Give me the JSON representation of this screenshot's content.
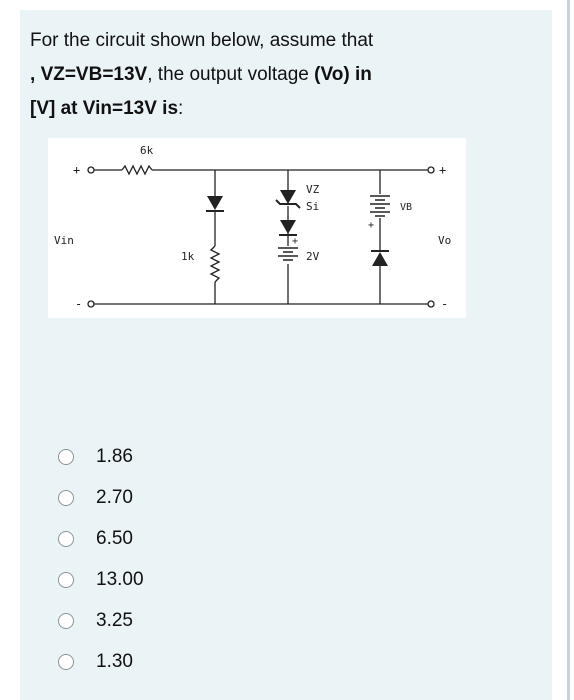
{
  "question": {
    "line1": "For the circuit shown below, assume that",
    "prefix2": ", ",
    "bold2": "VZ=VB=13V",
    "mid2": ", the  output voltage ",
    "bold2b": "(Vo) in",
    "bold3": "[V] at Vin=13V is",
    "suffix3": ":"
  },
  "circuit": {
    "resistor_series": "6k",
    "resistor_shunt": "1k",
    "vz_label": "VZ",
    "si_label": "Si",
    "battery_label": "2V",
    "vb_label": "VB",
    "vin_label": "Vin",
    "vo_label": "Vo",
    "plus_sign": "+",
    "minus_sign": "-"
  },
  "options": [
    {
      "label": "1.86"
    },
    {
      "label": "2.70"
    },
    {
      "label": "6.50"
    },
    {
      "label": "13.00"
    },
    {
      "label": "3.25"
    },
    {
      "label": "1.30"
    }
  ]
}
